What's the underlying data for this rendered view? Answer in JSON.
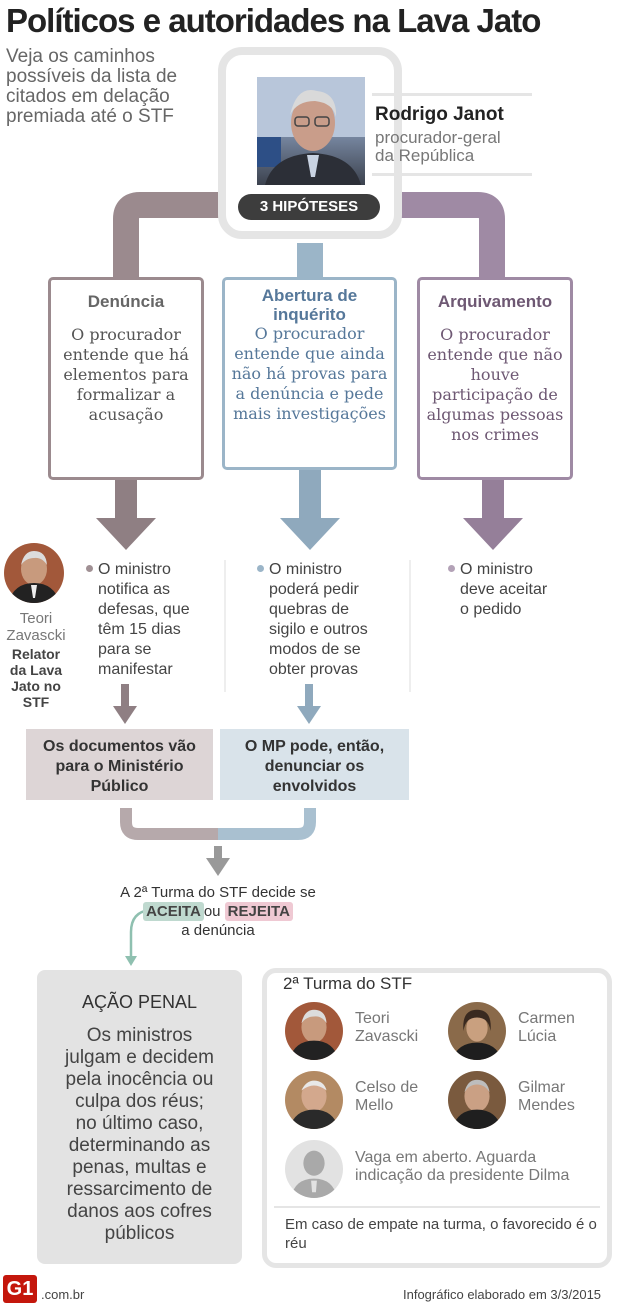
{
  "header": {
    "title": "Políticos e autoridades na Lava Jato",
    "subtitle": "Veja os caminhos\npossíveis da lista de\ncitados em delação\npremiada até o STF"
  },
  "janot": {
    "name": "Rodrigo Janot",
    "role": "procurador-geral\nda República",
    "badge": "3 HIPÓTESES"
  },
  "hypotheses": [
    {
      "title": "Denúncia",
      "text": "O procurador entende que há elementos para formalizar a acusação",
      "color": "#9b8a8e",
      "head_color": "#666666",
      "text_color": "#555555"
    },
    {
      "title": "Abertura de inquérito",
      "text": "O procurador entende que ainda não há provas para a denúncia e pede mais investigações",
      "color": "#9bb5c8",
      "head_color": "#56789a",
      "text_color": "#56789a"
    },
    {
      "title": "Arquivamento",
      "text": "O procurador entende que não houve participação de algumas pessoas nos crimes",
      "color": "#9f8aa4",
      "head_color": "#6e5873",
      "text_color": "#6e5873"
    }
  ],
  "steps": [
    {
      "text": "O ministro\nnotifica as\ndefesas, que\ntêm 15 dias\npara se\nmanifestar",
      "dot_color": "#a09094"
    },
    {
      "text": "O ministro\npoderá pedir\nquebras de\nsigilo e outros\nmodos de se\nobter provas",
      "dot_color": "#9bb5c8"
    },
    {
      "text": "O ministro\ndeve aceitar\no pedido",
      "dot_color": "#b3a2b7"
    }
  ],
  "relator": {
    "name": "Teori\nZavascki",
    "label": "Relator\nda Lava\nJato no\nSTF"
  },
  "outcomes": [
    {
      "text": "Os documentos vão\npara o Ministério\nPúblico",
      "bg": "#ddd5d6"
    },
    {
      "text": "O MP pode, então,\ndenunciar os\nenvolvidos",
      "bg": "#d9e3ea"
    }
  ],
  "decision": {
    "line1": "A 2ª Turma do STF decide se",
    "accept": "ACEITA",
    "or": "ou",
    "reject": "REJEITA",
    "line3": "a denúncia",
    "accept_bg": "#bfd9cf",
    "reject_bg": "#efc9d3"
  },
  "acao_penal": {
    "title": "AÇÃO PENAL",
    "text": "Os ministros\njulgam e decidem\npela inocência ou\nculpa dos réus;\nno último caso,\ndeterminando as\npenas, multas e\nressarcimento de\ndanos aos cofres\npúblicos"
  },
  "turma": {
    "title": "2ª Turma do STF",
    "members": [
      {
        "name": "Teori\nZavascki"
      },
      {
        "name": "Carmen\nLúcia"
      },
      {
        "name": "Celso de\nMello"
      },
      {
        "name": "Gilmar\nMendes"
      }
    ],
    "vacancy": "Vaga em aberto. Aguarda\nindicação da presidente Dilma",
    "footnote": "Em caso de empate na turma, o favorecido é o réu"
  },
  "footer": {
    "logo": "G1",
    "domain": ".com.br",
    "credit": "Infográfico elaborado em 3/3/2015"
  }
}
